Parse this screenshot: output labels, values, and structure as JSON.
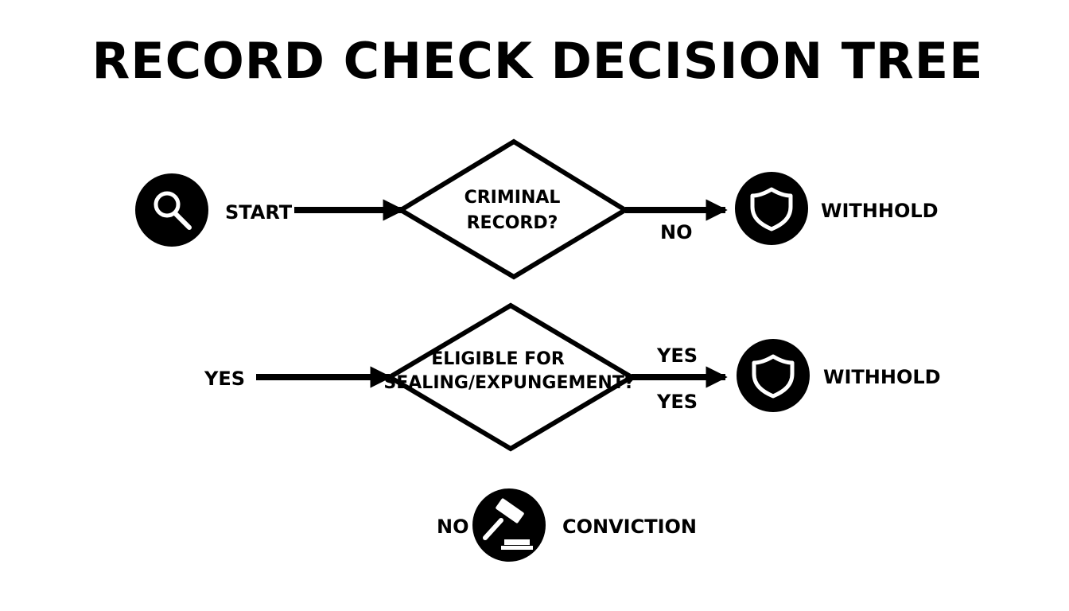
{
  "title": "RECORD CHECK DECISION TREE",
  "nodes": {
    "start": {
      "label": "START",
      "icon": "search-icon"
    },
    "criminal_record": {
      "line1": "CRIMINAL",
      "line2": "RECORD?"
    },
    "withhold_1": {
      "label": "WITHHOLD",
      "icon": "shield-icon"
    },
    "eligible": {
      "line1": "ELIGIBLE FOR",
      "line2": "SEALING/EXPUNGEMENT?"
    },
    "withhold_2": {
      "label": "WITHHOLD",
      "icon": "shield-icon"
    },
    "conviction": {
      "label": "CONVICTION",
      "icon": "gavel-icon"
    }
  },
  "edge_labels": {
    "record_no": "NO",
    "yes_entry": "YES",
    "eligible_yes_top": "YES",
    "eligible_yes_bottom": "YES",
    "conviction_no": "NO"
  },
  "colors": {
    "ink": "#000000",
    "background": "#ffffff"
  }
}
